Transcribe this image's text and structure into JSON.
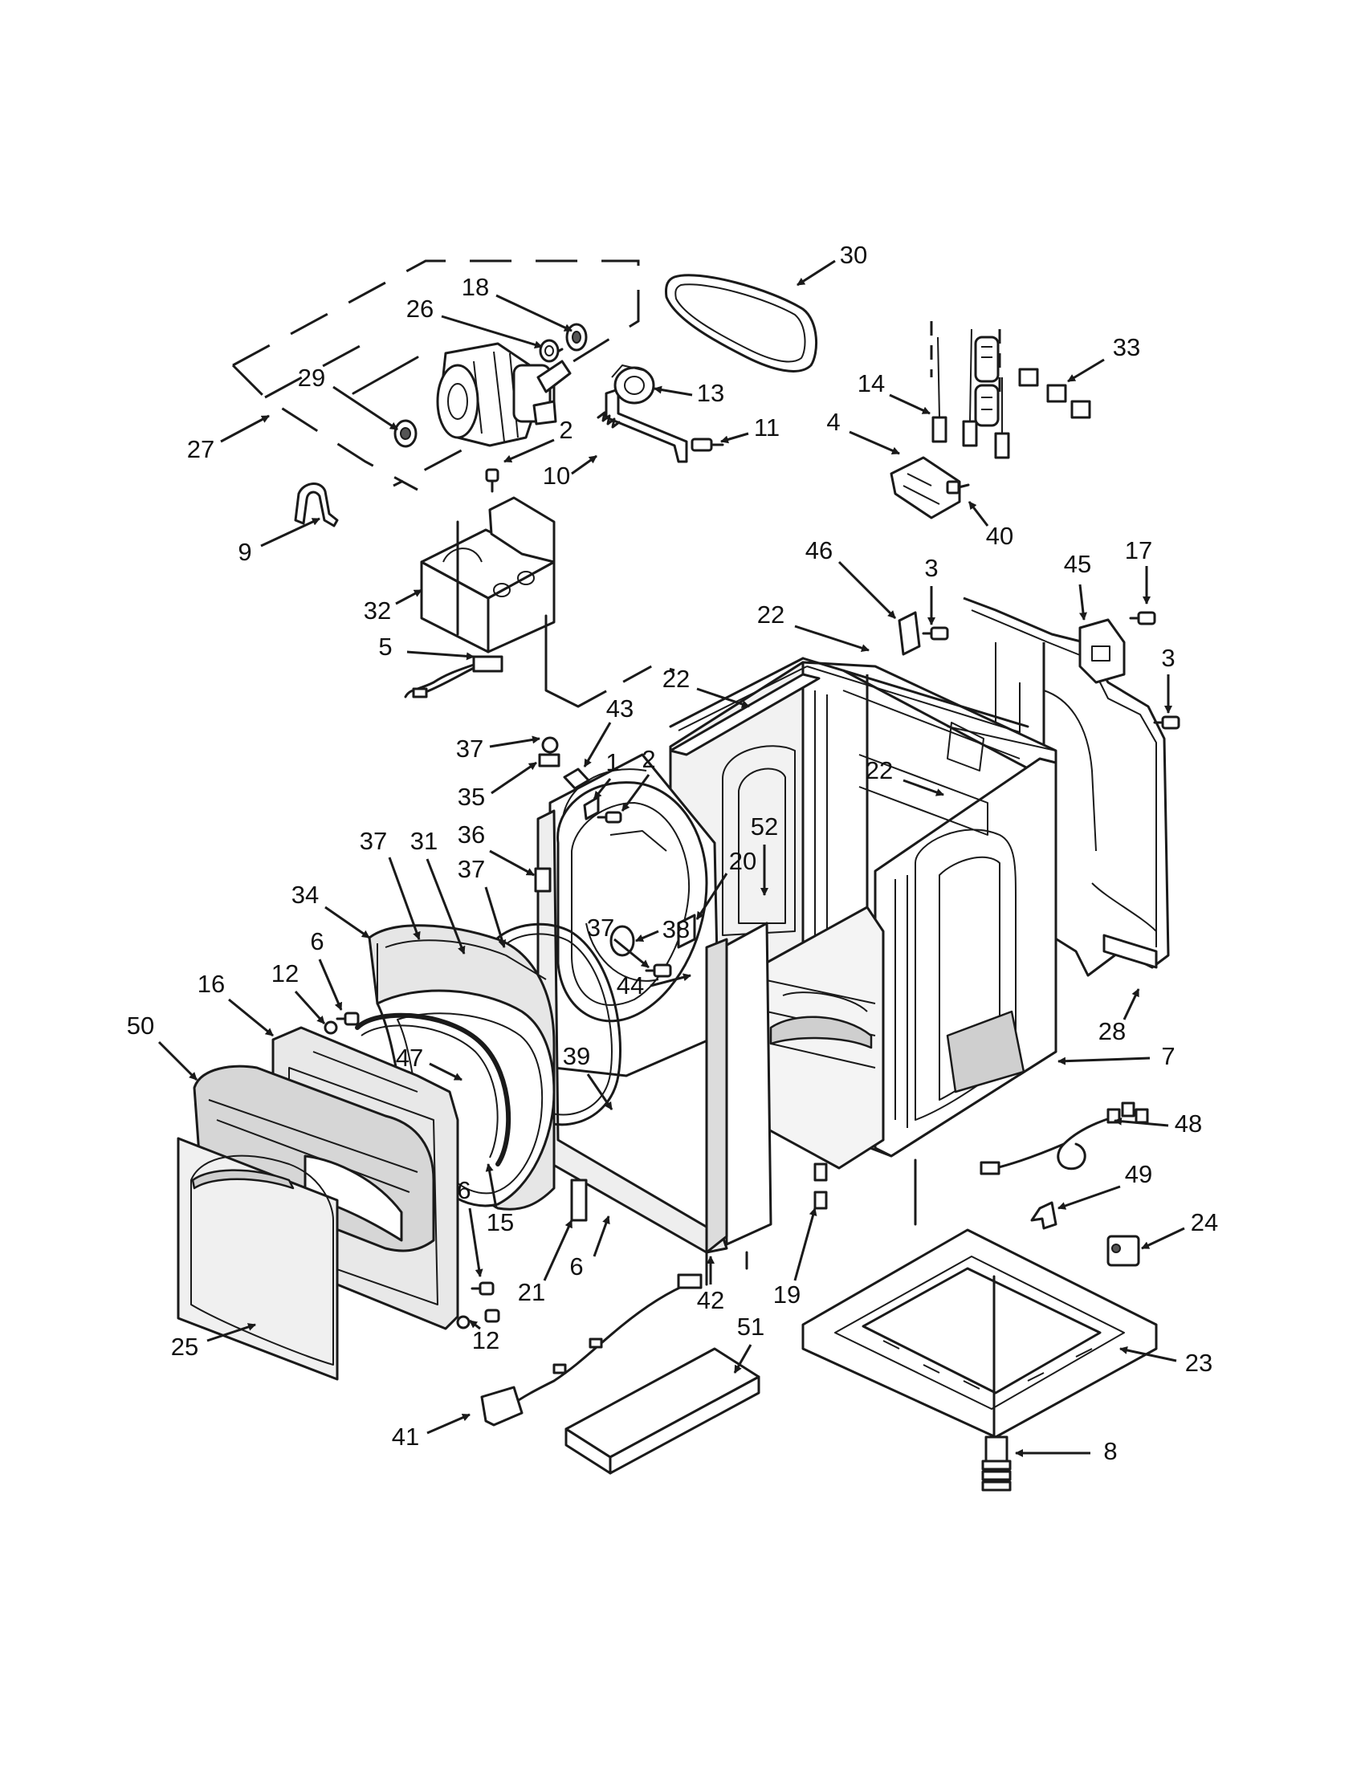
{
  "callouts": [
    {
      "id": "c30",
      "text": "30"
    },
    {
      "id": "c18",
      "text": "18"
    },
    {
      "id": "c26",
      "text": "26"
    },
    {
      "id": "c33",
      "text": "33"
    },
    {
      "id": "c29",
      "text": "29"
    },
    {
      "id": "c13",
      "text": "13"
    },
    {
      "id": "c14",
      "text": "14"
    },
    {
      "id": "c27",
      "text": "27"
    },
    {
      "id": "c2a",
      "text": "2"
    },
    {
      "id": "c11",
      "text": "11"
    },
    {
      "id": "c4",
      "text": "4"
    },
    {
      "id": "c10",
      "text": "10"
    },
    {
      "id": "c9",
      "text": "9"
    },
    {
      "id": "c40",
      "text": "40"
    },
    {
      "id": "c46",
      "text": "46"
    },
    {
      "id": "c17",
      "text": "17"
    },
    {
      "id": "c3a",
      "text": "3"
    },
    {
      "id": "c45",
      "text": "45"
    },
    {
      "id": "c32",
      "text": "32"
    },
    {
      "id": "c22a",
      "text": "22"
    },
    {
      "id": "c5",
      "text": "5"
    },
    {
      "id": "c22b",
      "text": "22"
    },
    {
      "id": "c3b",
      "text": "3"
    },
    {
      "id": "c43",
      "text": "43"
    },
    {
      "id": "c37a",
      "text": "37"
    },
    {
      "id": "c1",
      "text": "1"
    },
    {
      "id": "c2b",
      "text": "2"
    },
    {
      "id": "c35",
      "text": "35"
    },
    {
      "id": "c22c",
      "text": "22"
    },
    {
      "id": "c36",
      "text": "36"
    },
    {
      "id": "c52",
      "text": "52"
    },
    {
      "id": "c37b",
      "text": "37"
    },
    {
      "id": "c31",
      "text": "31"
    },
    {
      "id": "c37c",
      "text": "37"
    },
    {
      "id": "c20",
      "text": "20"
    },
    {
      "id": "c34",
      "text": "34"
    },
    {
      "id": "c38",
      "text": "38"
    },
    {
      "id": "c37d",
      "text": "37"
    },
    {
      "id": "c6a",
      "text": "6"
    },
    {
      "id": "c16",
      "text": "16"
    },
    {
      "id": "c12a",
      "text": "12"
    },
    {
      "id": "c44",
      "text": "44"
    },
    {
      "id": "c28",
      "text": "28"
    },
    {
      "id": "c50",
      "text": "50"
    },
    {
      "id": "c47",
      "text": "47"
    },
    {
      "id": "c39",
      "text": "39"
    },
    {
      "id": "c7",
      "text": "7"
    },
    {
      "id": "c48",
      "text": "48"
    },
    {
      "id": "c49",
      "text": "49"
    },
    {
      "id": "c6b",
      "text": "6"
    },
    {
      "id": "c15",
      "text": "15"
    },
    {
      "id": "c24",
      "text": "24"
    },
    {
      "id": "c6c",
      "text": "6"
    },
    {
      "id": "c21",
      "text": "21"
    },
    {
      "id": "c42",
      "text": "42"
    },
    {
      "id": "c19",
      "text": "19"
    },
    {
      "id": "c12b",
      "text": "12"
    },
    {
      "id": "c25",
      "text": "25"
    },
    {
      "id": "c51",
      "text": "51"
    },
    {
      "id": "c23",
      "text": "23"
    },
    {
      "id": "c41",
      "text": "41"
    },
    {
      "id": "c8",
      "text": "8"
    }
  ]
}
